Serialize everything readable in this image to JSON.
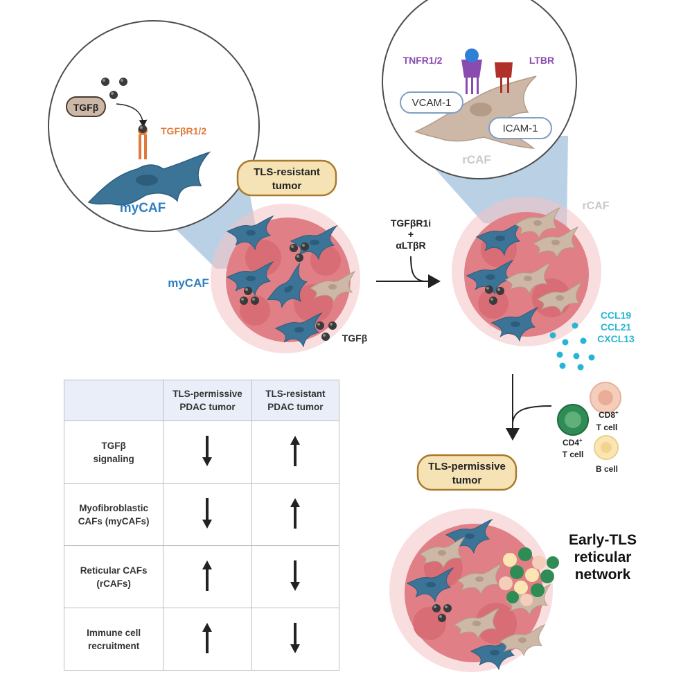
{
  "left_inset": {
    "ligand_label": "TGFβ",
    "receptor_label": "TGFβR1/2",
    "cell_label": "myCAF"
  },
  "right_inset": {
    "receptor1_label": "TNFR1/2",
    "receptor2_label": "LTBR",
    "marker1_label": "VCAM-1",
    "marker2_label": "ICAM-1",
    "cell_label": "rCAF"
  },
  "resistant_tumor": {
    "label_line1": "TLS-resistant",
    "label_line2": "tumor",
    "mycaf_label": "myCAF",
    "tgfb_label": "TGFβ"
  },
  "treatment": {
    "line1": "TGFβR1i",
    "line2": "+",
    "line3": "αLTβR"
  },
  "treated_tumor": {
    "rcaf_label": "rCAF",
    "chemokines": [
      "CCL19",
      "CCL21",
      "CXCL13"
    ]
  },
  "immune_cells": {
    "cd8_label_a": "CD8",
    "cd8_sup": "+",
    "cd8_label_b": "T cell",
    "cd4_label_a": "CD4",
    "cd4_sup": "+",
    "cd4_label_b": "T cell",
    "b_label": "B cell"
  },
  "permissive_tumor": {
    "label_line1": "TLS-permissive",
    "label_line2": "tumor",
    "network_line1": "Early-TLS",
    "network_line2": "reticular",
    "network_line3": "network"
  },
  "table": {
    "col1_line1": "TLS-permissive",
    "col1_line2": "PDAC tumor",
    "col2_line1": "TLS-resistant",
    "col2_line2": "PDAC tumor",
    "rows": [
      {
        "line1": "TGFβ",
        "line2": "signaling",
        "permissive": "down",
        "resistant": "up"
      },
      {
        "line1": "Myofibroblastic",
        "line2": "CAFs (myCAFs)",
        "permissive": "down",
        "resistant": "up"
      },
      {
        "line1": "Reticular CAFs",
        "line2": "(rCAFs)",
        "permissive": "up",
        "resistant": "down"
      },
      {
        "line1": "Immune cell",
        "line2": "recruitment",
        "permissive": "up",
        "resistant": "down"
      }
    ]
  },
  "colors": {
    "mycaf": "#3b7497",
    "rcaf": "#cdb7a6",
    "tumor": "#e07f86",
    "label_box": "#f6e3b5",
    "label_border": "#a9792c",
    "orange": "#e07a3a",
    "purple": "#8a4bb0",
    "cyan": "#27b5d3"
  }
}
